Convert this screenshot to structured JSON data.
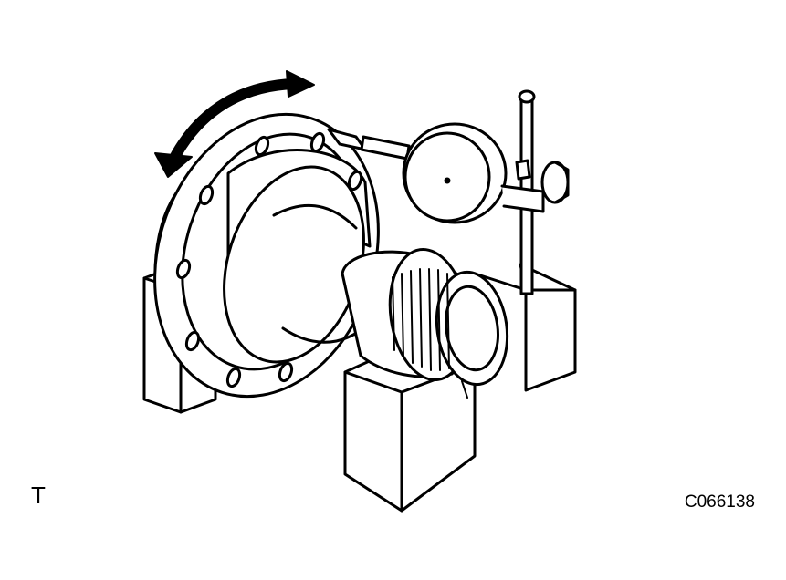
{
  "figure": {
    "corner_mark": "T",
    "code": "C066138"
  },
  "colors": {
    "line": "#000000",
    "background": "#ffffff"
  },
  "icons": {
    "rotation": "double-headed-curved-arrow",
    "gauge": "dial-indicator"
  }
}
